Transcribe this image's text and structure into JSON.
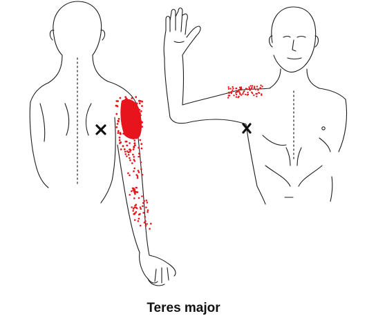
{
  "caption": "Teres major",
  "colors": {
    "referral": "#e8141c",
    "line": "#1a1a1a",
    "marker": "#111111"
  },
  "figures": [
    {
      "view": "posterior",
      "marker": "trigger-point-x"
    },
    {
      "view": "anterior",
      "marker": "trigger-point-x"
    }
  ]
}
